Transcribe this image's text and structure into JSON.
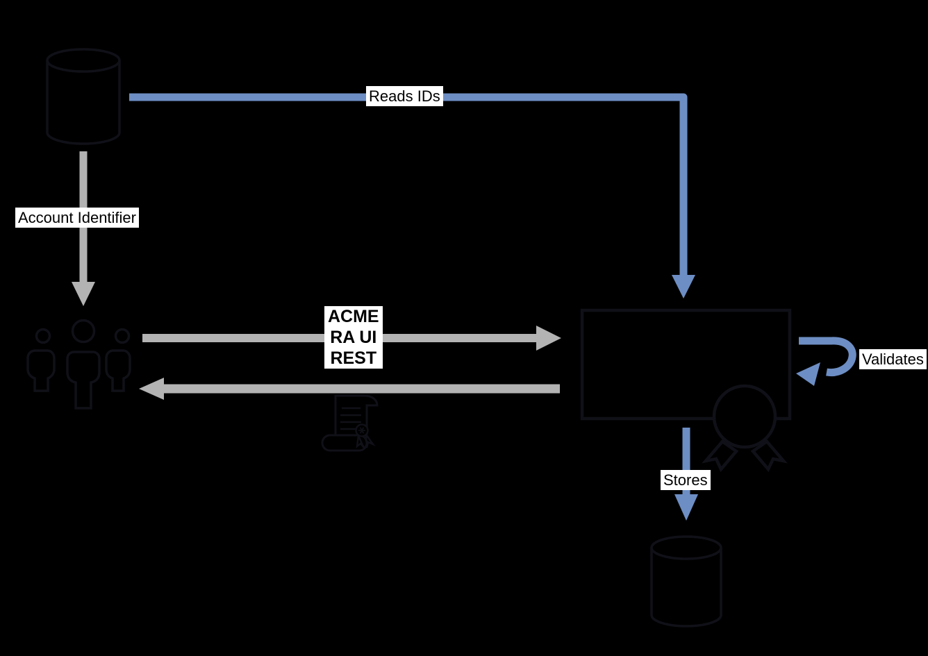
{
  "diagram": {
    "background_color": "#000000",
    "colors": {
      "flow_primary_blue": "#6d8ec4",
      "flow_secondary_gray": "#b3b3b3",
      "shape_outline": "#101018",
      "label_background": "#ffffff",
      "label_text": "#000000"
    },
    "nodes": {
      "source_database": {
        "icon": "database-cylinder-icon"
      },
      "users_group": {
        "icon": "users-icon"
      },
      "application_service": {
        "icon": "rectangle-box"
      },
      "certificate_badge": {
        "icon": "award-ribbon-icon"
      },
      "issued_certificate": {
        "icon": "certificate-scroll-icon"
      },
      "target_database": {
        "icon": "database-cylinder-icon"
      }
    },
    "edges": {
      "reads_ids": {
        "label": "Reads IDs"
      },
      "account_identifier": {
        "label": "Account Identifier"
      },
      "acme_request": {
        "line1": "ACME",
        "line2": "RA UI",
        "line3": "REST"
      },
      "validates": {
        "label": "Validates"
      },
      "stores": {
        "label": "Stores"
      }
    }
  }
}
